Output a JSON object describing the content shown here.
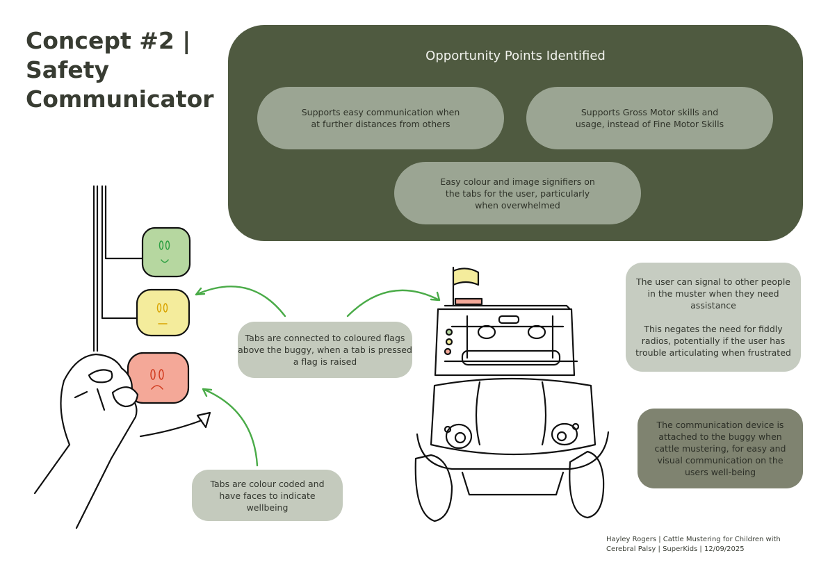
{
  "title": "Concept #2 |\nSafety\nCommunicator",
  "opportunities": {
    "heading": "Opportunity Points Identified",
    "points": [
      "Supports easy communication when at further distances from others",
      "Supports Gross Motor skills and usage, instead of Fine Motor Skills",
      "Easy colour and image signifiers on the tabs for the user, particularly when overwhelmed"
    ]
  },
  "callouts": {
    "tabs_connected": "Tabs are connected to coloured flags above the buggy, when a tab is pressed a flag is raised",
    "tabs_coded": "Tabs are colour coded and have faces to indicate wellbeing",
    "signal": "The user can signal to other people in the muster when they need assistance\n\nThis negates the need for fiddly radios, potentially if the user has trouble articulating when frustrated",
    "attached": "The communication device is attached to the buggy when cattle mustering, for easy and visual communication on the users well-being"
  },
  "footer": "Hayley Rogers | Cattle Mustering for Children with\nCerebral Palsy | SuperKids | 12/09/2025",
  "colors": {
    "panel": "#4f5a40",
    "pill": "#9ba593",
    "green_tab": "#b6d7a0",
    "yellow_tab": "#f4ec9c",
    "red_tab": "#f4a898",
    "arrow": "#4aab48"
  }
}
